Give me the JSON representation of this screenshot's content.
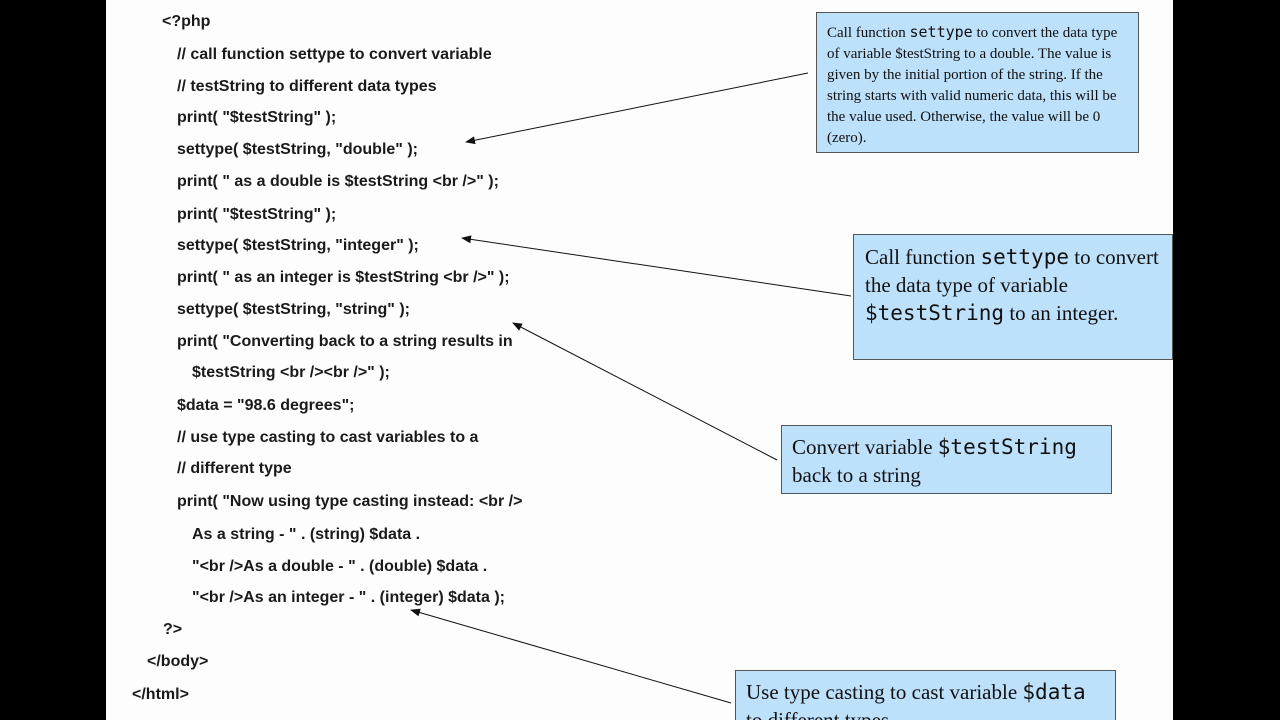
{
  "code_lines": [
    {
      "text": "<?php"
    },
    {
      "text": "// call function settype to convert variable"
    },
    {
      "text": "// testString to different data types"
    },
    {
      "text": "print( \"$testString\" );"
    },
    {
      "text": "settype( $testString, \"double\" );"
    },
    {
      "text": "print( \" as a double is $testString <br />\" );"
    },
    {
      "text": "print( \"$testString\" );"
    },
    {
      "text": "settype( $testString, \"integer\" );"
    },
    {
      "text": "print( \" as an integer is $testString <br />\" );"
    },
    {
      "text": "settype( $testString, \"string\" );"
    },
    {
      "text": "print( \"Converting back to a string results in"
    },
    {
      "text": "$testString <br /><br />\" );"
    },
    {
      "text": "$data = \"98.6 degrees\";"
    },
    {
      "text": "// use type casting to cast variables to a"
    },
    {
      "text": "// different type"
    },
    {
      "text": "print( \"Now using type casting instead: <br />"
    },
    {
      "text": "As a string - \" . (string) $data ."
    },
    {
      "text": "\"<br />As a double - \" . (double) $data ."
    },
    {
      "text": "\"<br />As an integer - \" . (integer) $data );"
    },
    {
      "text": "?>"
    },
    {
      "text": "</body>"
    },
    {
      "text": "</html>"
    }
  ],
  "callouts": [
    {
      "parts": [
        "Call function ",
        "settype",
        " to convert the data type of variable $testString to a double. The value is given by the initial portion of the string. If the string starts with valid numeric data, this will be the value used. Otherwise, the value will be 0 (zero)."
      ]
    },
    {
      "parts": [
        "Call function ",
        "settype",
        " to convert the data type of variable ",
        "$testString",
        " to an integer."
      ]
    },
    {
      "parts": [
        "Convert variable ",
        "$testString",
        " back to a string"
      ]
    },
    {
      "parts": [
        "Use type casting to cast variable ",
        "$data",
        " to different types"
      ]
    }
  ],
  "colors": {
    "callout_bg": "#bde0fb",
    "slide_bg": "#fdfdfd",
    "frame": "#000000"
  }
}
